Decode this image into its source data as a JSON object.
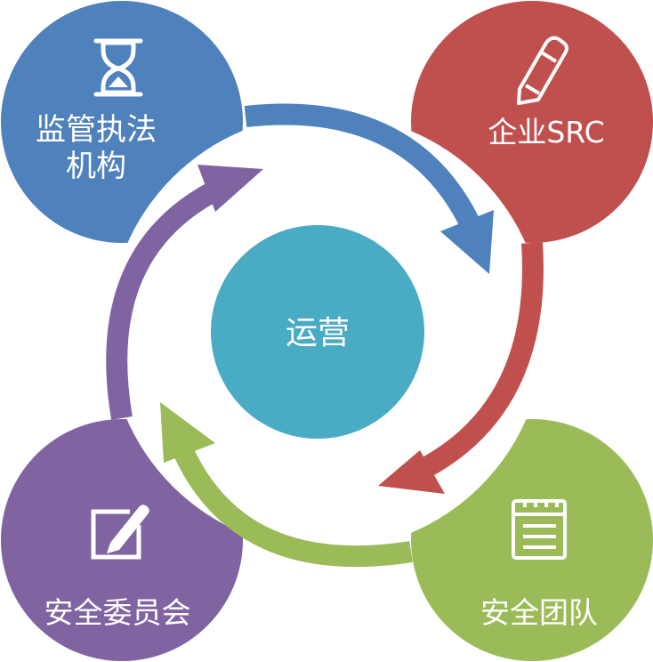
{
  "center": {
    "label": "运营",
    "color": "#4aabc4"
  },
  "nodes": [
    {
      "id": "regulator",
      "lines": [
        "监管执法",
        "机构"
      ],
      "color": "#4f81bd",
      "icon": "hourglass-icon"
    },
    {
      "id": "enterprise-src",
      "lines": [
        "企业SRC"
      ],
      "color": "#c0504d",
      "icon": "pencil-icon"
    },
    {
      "id": "security-team",
      "lines": [
        "安全团队"
      ],
      "color": "#9bbb59",
      "icon": "document-list-icon"
    },
    {
      "id": "security-committee",
      "lines": [
        "安全委员会"
      ],
      "color": "#8064a2",
      "icon": "edit-box-icon"
    }
  ],
  "arrows": [
    {
      "from": "regulator",
      "to": "enterprise-src",
      "color": "#4f81bd"
    },
    {
      "from": "enterprise-src",
      "to": "security-team",
      "color": "#c0504d"
    },
    {
      "from": "security-team",
      "to": "security-committee",
      "color": "#9bbb59"
    },
    {
      "from": "security-committee",
      "to": "regulator",
      "color": "#8064a2"
    }
  ]
}
